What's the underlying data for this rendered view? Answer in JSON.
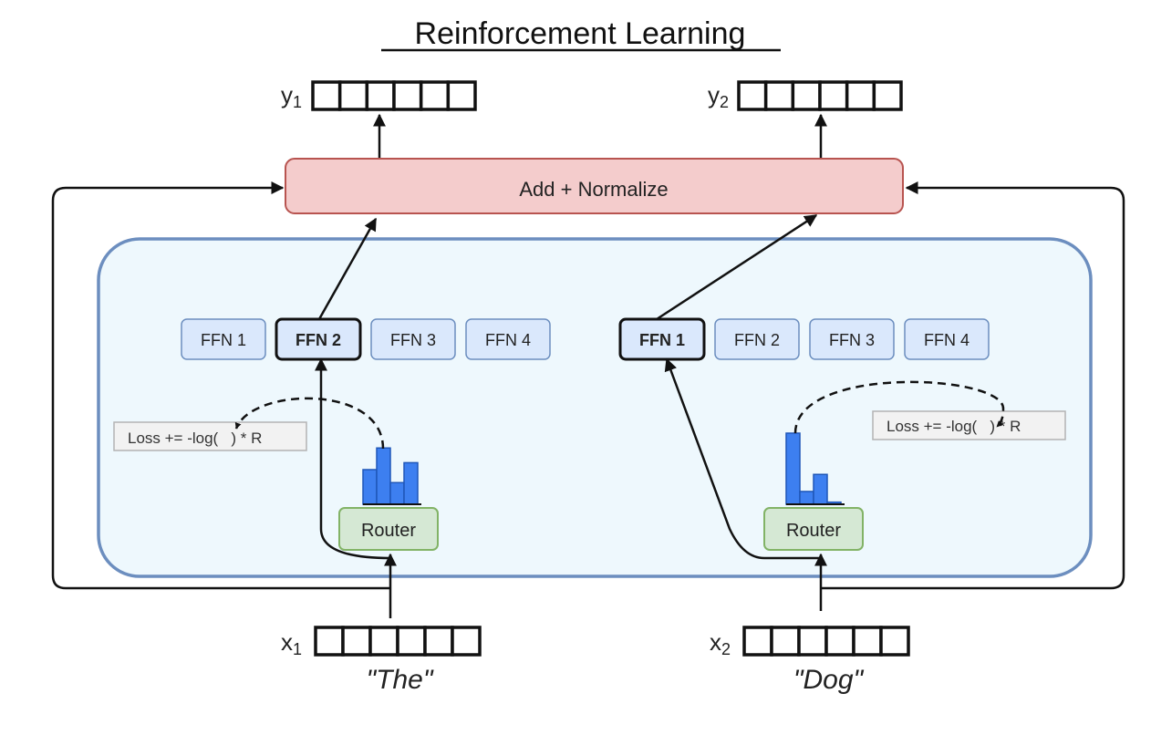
{
  "title": "Reinforcement Learning",
  "add_normalize_label": "Add + Normalize",
  "outputs": {
    "y1": {
      "base": "y",
      "sub": "1"
    },
    "y2": {
      "base": "y",
      "sub": "2"
    }
  },
  "inputs": {
    "x1": {
      "base": "x",
      "sub": "1",
      "token": "\"The\""
    },
    "x2": {
      "base": "x",
      "sub": "2",
      "token": "\"Dog\""
    }
  },
  "left_experts": [
    "FFN 1",
    "FFN 2",
    "FFN 3",
    "FFN 4"
  ],
  "right_experts": [
    "FFN 1",
    "FFN 2",
    "FFN 3",
    "FFN 4"
  ],
  "left_selected_expert": "FFN 2",
  "right_selected_expert": "FFN 1",
  "router_label": "Router",
  "loss_label_left": "Loss += -log(   ) * R",
  "loss_label_right": "Loss += -log(   ) * R",
  "left_router_probs": [
    0.4,
    0.65,
    0.25,
    0.48
  ],
  "right_router_probs": [
    1.0,
    0.18,
    0.42,
    0.03
  ],
  "colors": {
    "add_norm_fill": "#f4cccc",
    "add_norm_stroke": "#b85450",
    "moe_fill": "#eef8fd",
    "moe_stroke": "#6c8ebf",
    "ffn_fill": "#dae8fc",
    "ffn_stroke": "#6c8ebf",
    "router_fill": "#d5e8d4",
    "router_stroke": "#82b366",
    "bar_fill": "#3d7ff0",
    "bar_stroke": "#1e56b8"
  }
}
